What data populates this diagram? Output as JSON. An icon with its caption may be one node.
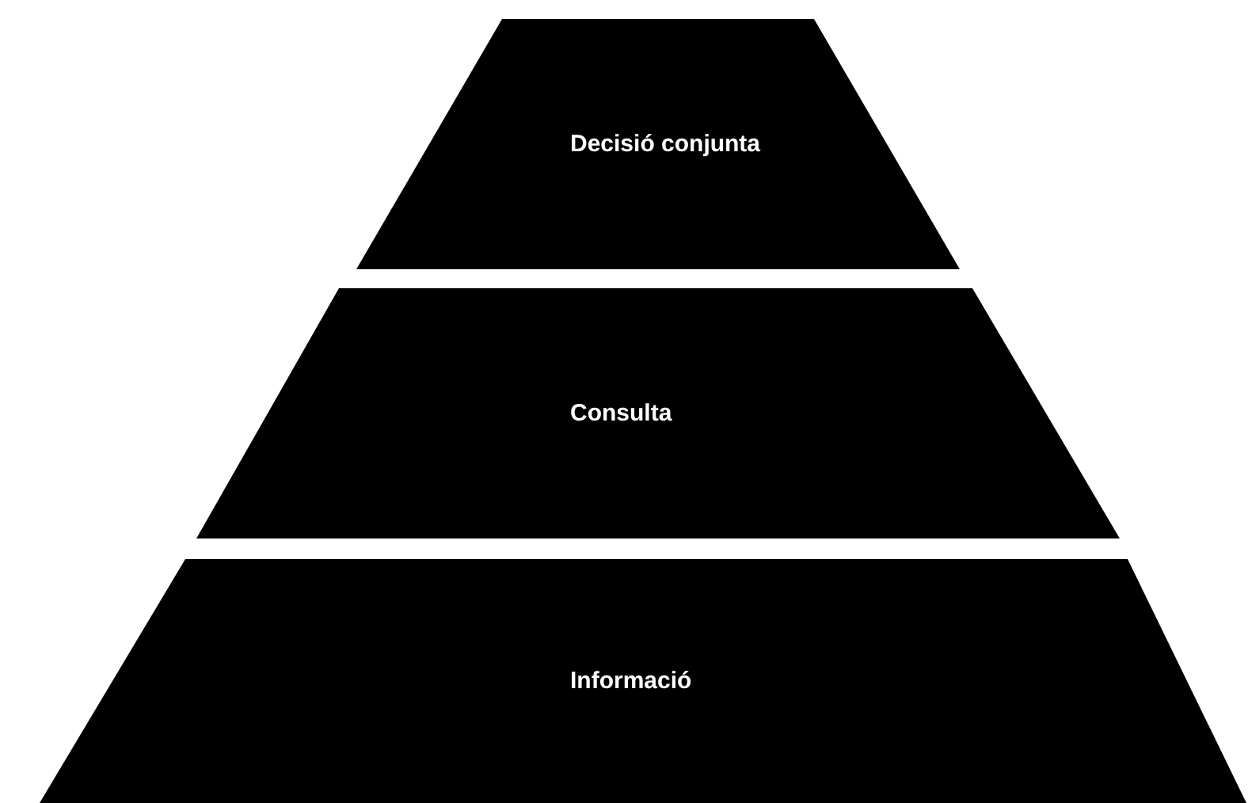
{
  "diagram": {
    "nodes": [
      {
        "text": [
          "Decisió conjunta"
        ]
      },
      {
        "text": [
          "Consulta"
        ]
      },
      {
        "text": [
          "Informació"
        ]
      }
    ]
  }
}
